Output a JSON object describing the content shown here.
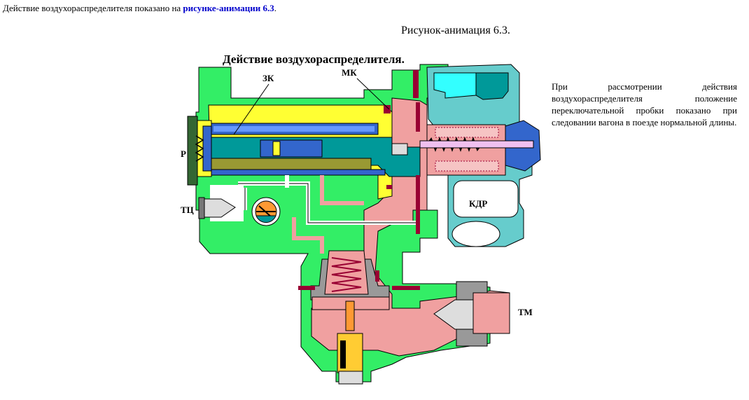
{
  "intro": {
    "text_before": "Действие воздухораспределителя показано на ",
    "link_text": "рисунке-анимации 6.3",
    "text_after": "."
  },
  "caption": "Рисунок-анимация 6.3.",
  "diagram": {
    "title": "Действие воздухораспределителя.",
    "labels": {
      "zk": "ЗК",
      "mk": "МК",
      "r": "Р",
      "tc": "ТЦ",
      "kdr": "КДР",
      "tm": "ТМ"
    }
  },
  "side_text": "При рассмотрении действия воздухораспределителя положение переключательной пробки показано при следовании вагона в поезде нормальной длины.",
  "colors": {
    "body": "#33ee66",
    "chamber_yellow": "#ffff33",
    "channel_blue": "#3366cc",
    "pink": "#f0a0a0",
    "teal": "#66cccc",
    "olive": "#999933",
    "dark_teal": "#009999",
    "cyan": "#33ffff",
    "dark_red": "#990033",
    "orange": "#ff9933"
  }
}
